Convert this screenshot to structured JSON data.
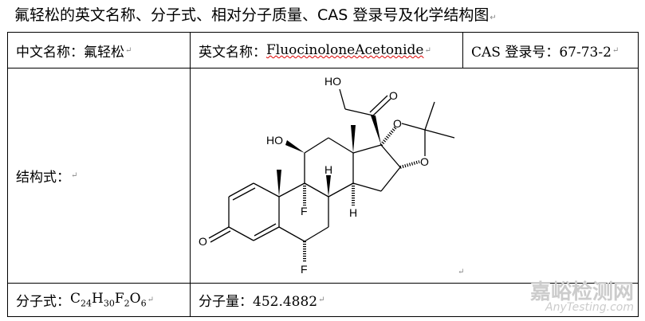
{
  "title": "氟轻松的英文名称、分子式、相对分子质量、CAS 登录号及化学结构图",
  "row1": {
    "cn_name": "中文名称：氟轻松",
    "en_label": "英文名称：",
    "en_name": "FluocinoloneAcetonide",
    "cas": "CAS 登录号：67-73-2"
  },
  "row2": {
    "label": "结构式："
  },
  "row3": {
    "formula_label": "分子式：",
    "formula": {
      "c": "C",
      "c_n": "24",
      "h": "H",
      "h_n": "30",
      "f": "F",
      "f_n": "2",
      "o": "O",
      "o_n": "6"
    },
    "mw": "分子量：452.4882"
  },
  "structure": {
    "atoms": {
      "ho_top": "HO",
      "o_ketone": "O",
      "o_ring1": "O",
      "o_ring2": "O",
      "ho_11": "HO",
      "h8": "H",
      "h14": "H",
      "f9": "F",
      "f6": "F",
      "o3": "O"
    }
  },
  "paragraph_mark": "↵",
  "watermark": {
    "cn": "嘉峪检测网",
    "en": "AnyTesting.com"
  }
}
